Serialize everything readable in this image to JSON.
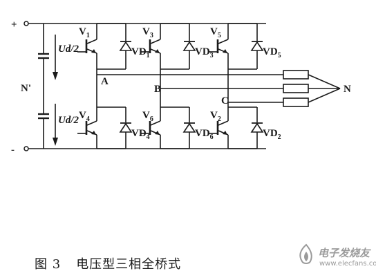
{
  "circuit": {
    "terminals": {
      "plus": "+",
      "minus": "-"
    },
    "dc_link": {
      "upper": "Ud/2",
      "lower": "Ud/2",
      "midpoint": "N'"
    },
    "nodes": {
      "a": "A",
      "b": "B",
      "c": "C",
      "neutral": "N"
    },
    "switches": [
      {
        "name": "V",
        "sub": "1"
      },
      {
        "name": "V",
        "sub": "3"
      },
      {
        "name": "V",
        "sub": "5"
      },
      {
        "name": "V",
        "sub": "4"
      },
      {
        "name": "V",
        "sub": "6"
      },
      {
        "name": "V",
        "sub": "2"
      }
    ],
    "diodes": [
      {
        "name": "VD",
        "sub": "1"
      },
      {
        "name": "VD",
        "sub": "3"
      },
      {
        "name": "VD",
        "sub": "5"
      },
      {
        "name": "VD",
        "sub": "4"
      },
      {
        "name": "VD",
        "sub": "6"
      },
      {
        "name": "VD",
        "sub": "2"
      }
    ]
  },
  "caption": {
    "figure_number": "图 3",
    "title": "电压型三相全桥式"
  },
  "watermark": {
    "brand": "电子发烧友",
    "url": "www.elecfans.com"
  }
}
